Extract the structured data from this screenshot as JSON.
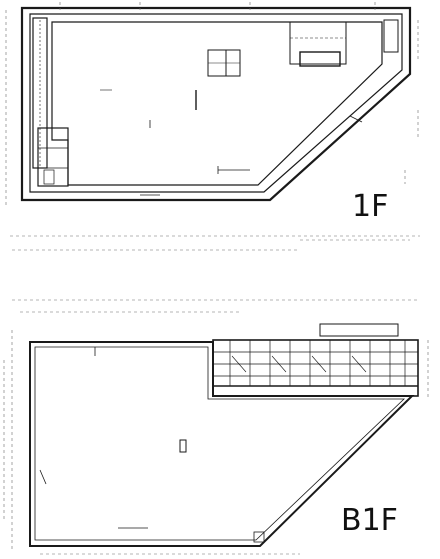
{
  "floors": [
    {
      "id": "1f",
      "label": "1F"
    },
    {
      "id": "b1f",
      "label": "B1F"
    }
  ],
  "colors": {
    "ink": "#1a1a1a",
    "faint": "#6b6b6b",
    "paper": "#ffffff"
  }
}
